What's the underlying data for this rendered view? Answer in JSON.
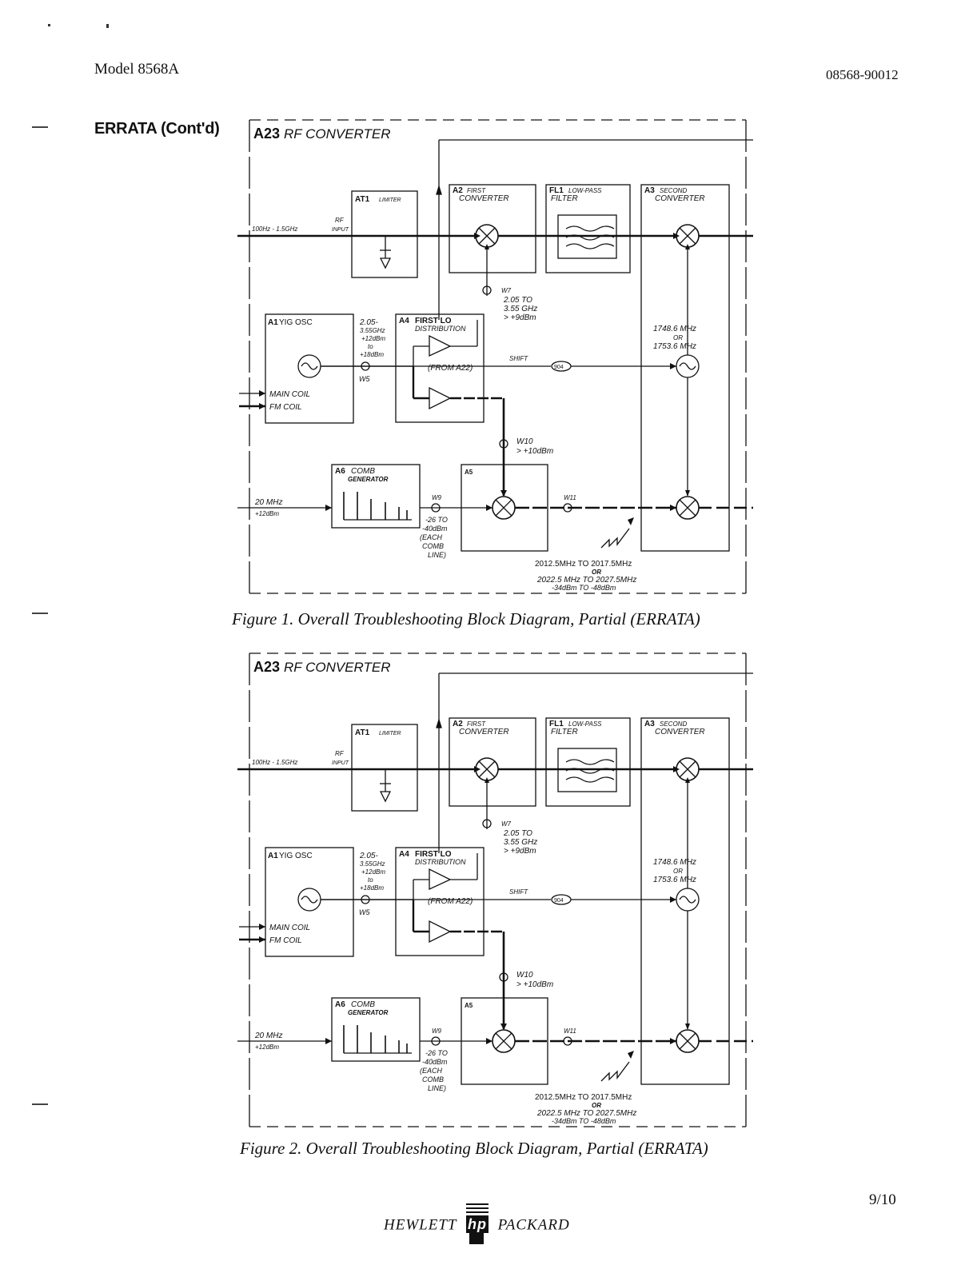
{
  "header": {
    "model": "Model 8568A",
    "doc_number": "08568-90012"
  },
  "section_title": "ERRATA (Cont'd)",
  "labels": {
    "a23_ref": "A23",
    "a23_title": "RF CONVERTER",
    "at1_ref": "AT1",
    "at1_title": "LIMITER",
    "rf": "RF",
    "input": "INPUT",
    "input_range": "100Hz - 1.5GHz",
    "a2_ref": "A2",
    "a2_l1": "FIRST",
    "a2_l2": "CONVERTER",
    "fl1_ref": "FL1",
    "fl1_l1": "LOW-PASS",
    "fl1_l2": "FILTER",
    "a3_ref": "A3",
    "a3_l1": "SECOND",
    "a3_l2": "CONVERTER",
    "w7": "W7",
    "w7_f1": "2.05 TO",
    "w7_f2": "3.55 GHz",
    "w7_p": "> +9dBm",
    "a1_ref": "A1",
    "a1_title": "YIG OSC",
    "a1_f1": "2.05-",
    "a1_f2": "3.55GHz",
    "a1_p1": "+12dBm",
    "a1_p2": "to",
    "a1_p3": "+18dBm",
    "a4_ref": "A4",
    "a4_l1": "FIRST LO",
    "a4_l2": "DISTRIBUTION",
    "from_a22": "(FROM A22)",
    "shift": "SHIFT",
    "w5": "W5",
    "tag904": "904",
    "lo2_f1": "1748.6 MHz",
    "lo2_or": "OR",
    "lo2_f2": "1753.6 MHz",
    "main_coil": "MAIN COIL",
    "fm_coil": "FM COIL",
    "w10": "W10",
    "w10_p": "> +10dBm",
    "a5_ref": "A5",
    "a6_ref": "A6",
    "a6_l1": "COMB",
    "a6_l2": "GENERATOR",
    "ref_f": "20 MHz",
    "ref_p": "+12dBm",
    "w9": "W9",
    "comb_p1": "-26 TO",
    "comb_p2": "-40dBm",
    "comb_p3": "(EACH",
    "comb_p4": "COMB",
    "comb_p5": "LINE)",
    "w11": "W11",
    "if_f1": "2012.5MHz TO 2017.5MHz",
    "if_or": "OR",
    "if_f2": "2022.5 MHz TO 2027.5MHz",
    "if_p": "-34dBm TO -48dBm"
  },
  "captions": {
    "figure1": "Figure 1. Overall Troubleshooting Block Diagram, Partial (ERRATA)",
    "figure2": "Figure 2. Overall Troubleshooting Block Diagram, Partial (ERRATA)"
  },
  "footer": {
    "left": "HEWLETT",
    "logo": "hp",
    "right": "PACKARD",
    "page": "9/10"
  }
}
